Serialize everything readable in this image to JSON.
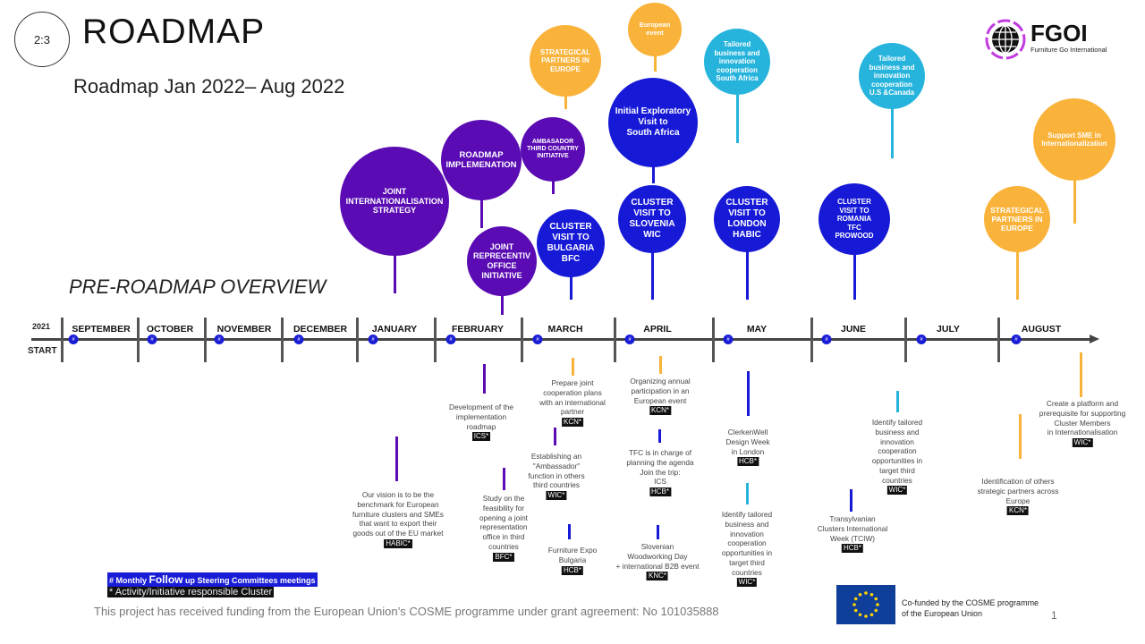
{
  "header": {
    "page_indicator": "2:3",
    "title": "ROADMAP",
    "subtitle": "Roadmap Jan 2022– Aug 2022",
    "section": "PRE-ROADMAP OVERVIEW"
  },
  "logo": {
    "name": "FGOI",
    "tagline": "Furniture Go International"
  },
  "colors": {
    "purple": "#5a0bb3",
    "blue": "#1619d6",
    "orange": "#f9b33a",
    "cyan": "#27b4dc",
    "axis": "#444444"
  },
  "bubbles": [
    {
      "label": "JOINT\nINTERNATIONALISATION\nSTRATEGY",
      "color": "purple"
    },
    {
      "label": "ROADMAP\nIMPLEMENATION",
      "color": "purple"
    },
    {
      "label": "AMBASADOR\nTHIRD COUNTRY\nINITIATIVE",
      "color": "purple"
    },
    {
      "label": "STRATEGICAL\nPARTNERS IN\nEUROPE",
      "color": "orange"
    },
    {
      "label": "JOINT\nREPRECENTIV\nOFFICE\nINITIATIVE",
      "color": "purple"
    },
    {
      "label": "CLUSTER\nVISIT TO\nBULGARIA\nBFC",
      "color": "blue"
    },
    {
      "label": "European\nevent",
      "color": "orange"
    },
    {
      "label": "Initial Exploratory\nVisit to\nSouth Africa",
      "color": "blue"
    },
    {
      "label": "CLUSTER\nVISIT TO\nSLOVENIA\nWIC",
      "color": "blue"
    },
    {
      "label": "Tailored\nbusiness and\ninnovation\ncooperation\nSouth Africa",
      "color": "cyan"
    },
    {
      "label": "CLUSTER\nVISIT TO\nLONDON\nHABIC",
      "color": "blue"
    },
    {
      "label": "CLUSTER\nVISIT TO\nROMANIA\nTFC\nPROWOOD",
      "color": "blue"
    },
    {
      "label": "Tailored\nbusiness and\ninnovation\ncooperation\nU.S &Canada",
      "color": "cyan"
    },
    {
      "label": "Support SME in\nInternationalization",
      "color": "orange"
    },
    {
      "label": "STRATEGICAL\nPARTNERS IN\nEUROPE",
      "color": "orange"
    }
  ],
  "timeline": {
    "year": "2021",
    "start": "START",
    "dot_symbol": "#",
    "months": [
      "SEPTEMBER",
      "OCTOBER",
      "NOVEMBER",
      "DECEMBER",
      "JANUARY",
      "FEBRUARY",
      "MARCH",
      "APRIL",
      "MAY",
      "JUNE",
      "JULY",
      "AUGUST"
    ]
  },
  "activities": [
    {
      "text": "Our vision is to be the\nbenchmark for European\nfurniture clusters and SMEs\nthat want to export their\ngoods out of the EU market",
      "tag": "HABIC*",
      "color": "purple"
    },
    {
      "text": "Development of the\nimplementation\nroadmap",
      "tag": "ICS*",
      "color": "purple"
    },
    {
      "text": "Study on the\nfeasibility for\nopening a joint\nrepresentation\noffice in third\ncountries",
      "tag": "BFC*",
      "color": "purple"
    },
    {
      "text": "Prepare joint\ncooperation plans\nwith an international\npartner",
      "tag": "KCN*",
      "color": "orange"
    },
    {
      "text": "Establishing an\n\"Ambassador\"\nfunction in others\nthird countries",
      "tag": "WIC*",
      "color": "purple"
    },
    {
      "text": "Furniture Expo\nBulgaria",
      "tag": "HCB*",
      "color": "blue"
    },
    {
      "text": "Organizing annual\nparticipation in an\nEuropean event",
      "tag": "KCN*",
      "color": "orange"
    },
    {
      "text": "TFC is in charge of\nplanning the agenda\nJoin the trip:\nICS",
      "tag": "HCB*",
      "color": "blue"
    },
    {
      "text": "Slovenian\nWoodworking Day\n+ international B2B event",
      "tag": "KNC*",
      "color": "blue"
    },
    {
      "text": "ClerkenWell\nDesign Week\nin London",
      "tag": "HCB*",
      "color": "blue"
    },
    {
      "text": "Identify tailored\nbusiness and\ninnovation\ncooperation\nopportunities in\ntarget third\ncountries",
      "tag": "WIC*",
      "color": "cyan"
    },
    {
      "text": "Transylvanian\nClusters International\nWeek (TCIW)",
      "tag": "HCB*",
      "color": "blue"
    },
    {
      "text": "Identify tailored\nbusiness and\ninnovation\ncooperation\nopportunities in\ntarget third\ncountries",
      "tag": "WIC*",
      "color": "cyan"
    },
    {
      "text": "Identification of others\nstrategic partners across\nEurope",
      "tag": "KCN*",
      "color": "orange"
    },
    {
      "text": "Create a platform and\nprerequisite for supporting\nCluster Members\nin Internationalisation",
      "tag": "WIC*",
      "color": "orange"
    }
  ],
  "legend": {
    "monthly_prefix": "# Monthly",
    "monthly_follow": "Follow",
    "monthly_suffix": "up Steering Committees meetings",
    "responsible": "* Activity/Initiative responsible Cluster"
  },
  "footer": {
    "funding": "This project has received funding from the European Union’s COSME programme under grant agreement: No 101035888",
    "eu_line1": "Co-funded by the COSME programme",
    "eu_line2": "of the European Union",
    "page_number": "1"
  }
}
